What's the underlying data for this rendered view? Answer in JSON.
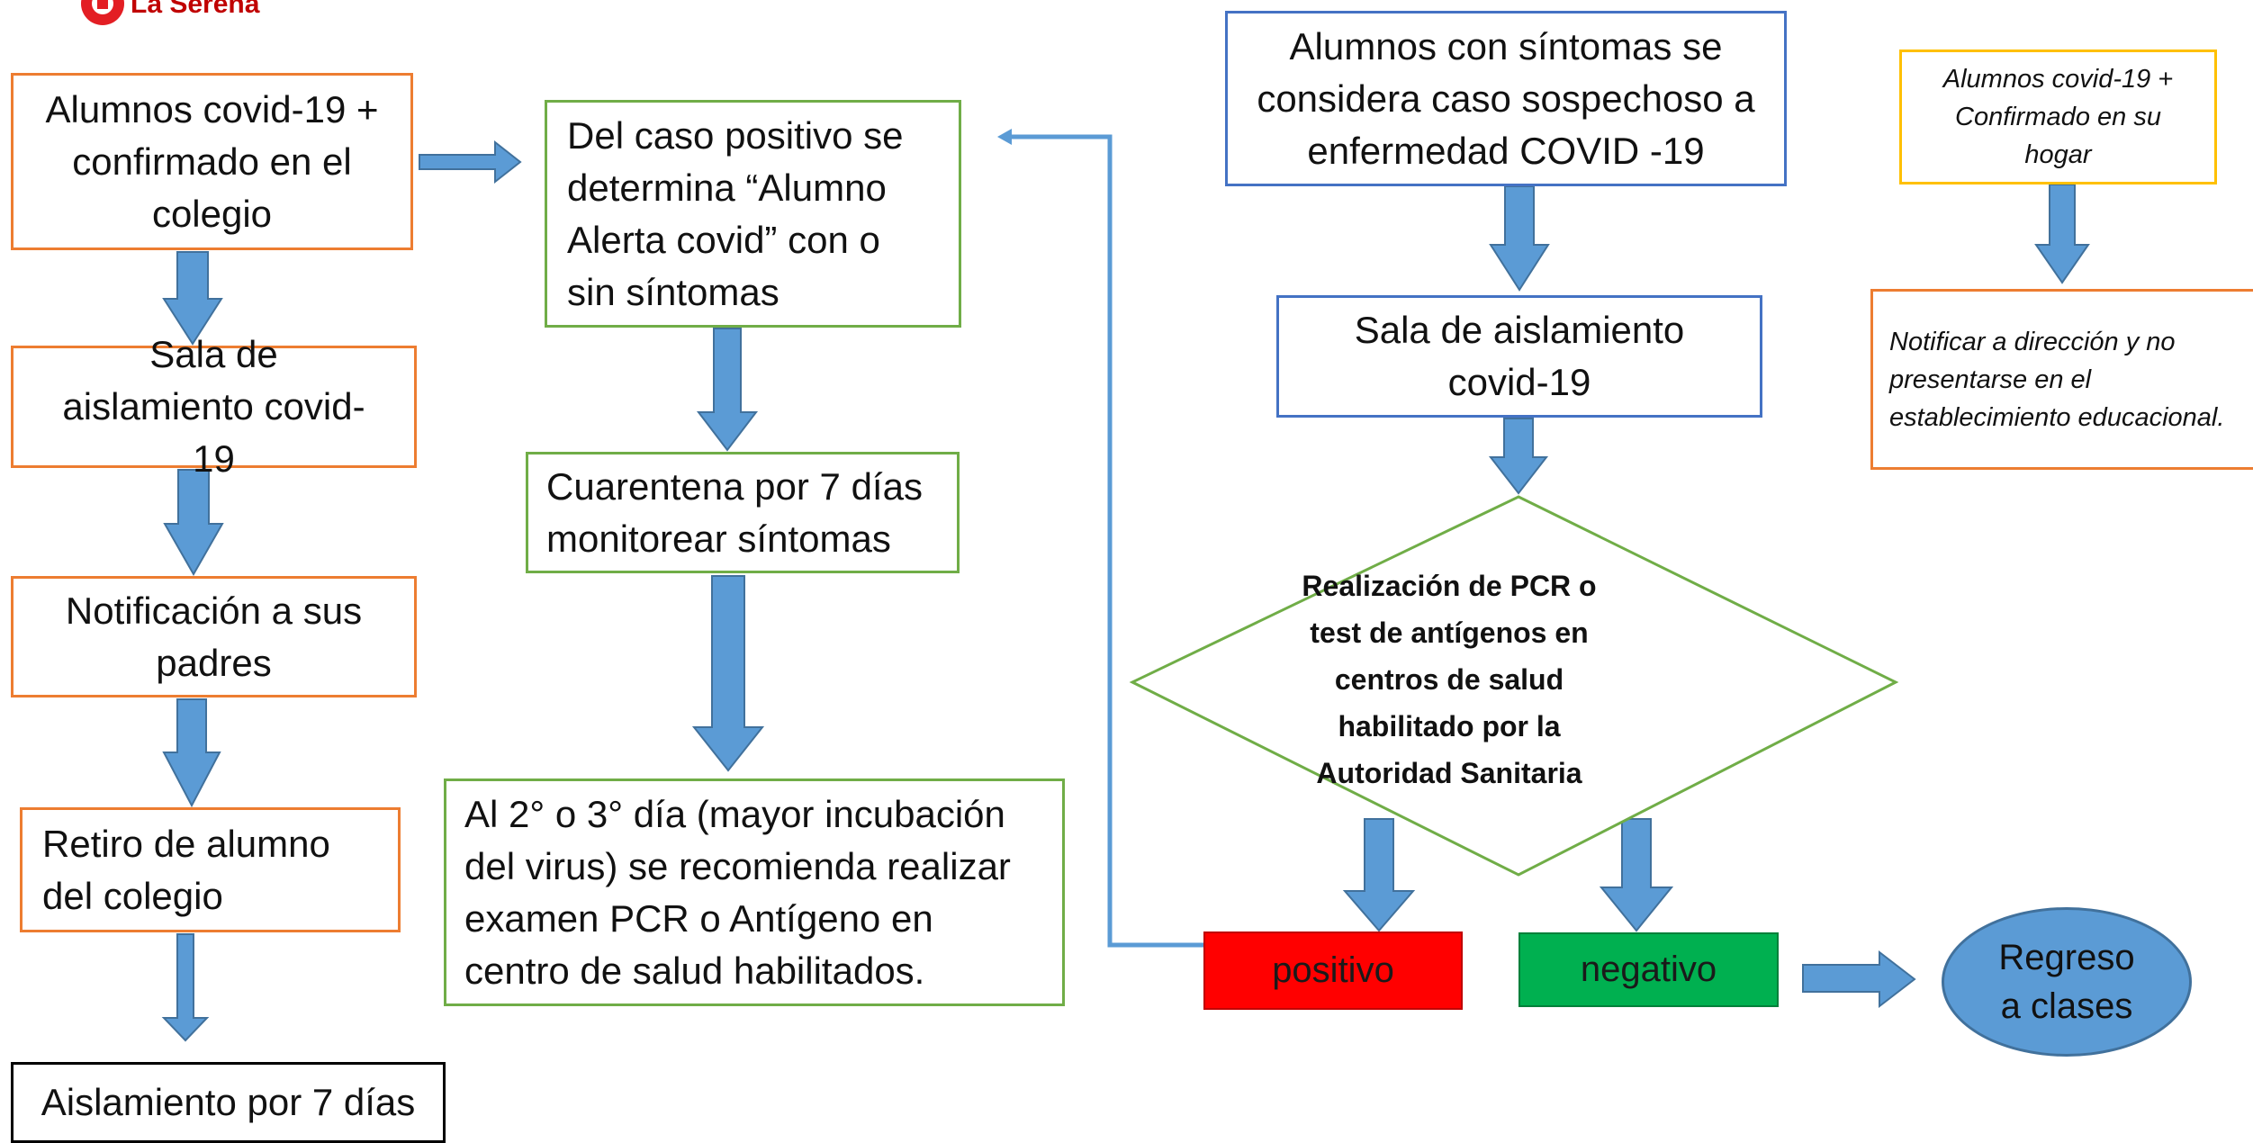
{
  "logo": {
    "text": "La Serena"
  },
  "left_column": {
    "start": "Alumnos covid-19 + confirmado en el colegio",
    "step1": "Sala de aislamiento covid-19",
    "step2": "Notificación a sus padres",
    "step3": "Retiro de alumno del colegio",
    "step4": "Aislamiento por 7 días"
  },
  "middle_column": {
    "step1": "Del caso positivo se determina “Alumno Alerta covid” con o sin síntomas",
    "step2": "Cuarentena por 7 días monitorear síntomas",
    "step3": "Al 2° o 3° día (mayor incubación del virus) se recomienda realizar examen PCR o Antígeno en centro de salud habilitados."
  },
  "symptoms_column": {
    "start": "Alumnos con síntomas se considera caso sospechoso a enfermedad COVID -19",
    "step1": "Sala de aislamiento covid-19",
    "decision": "Realización de PCR o test de antígenos en centros de salud habilitado por la Autoridad Sanitaria",
    "positive": "positivo",
    "negative": "negativo",
    "end": "Regreso a clases"
  },
  "home_column": {
    "start": "Alumnos covid-19 + Confirmado en su hogar",
    "step1": "Notificar a dirección y no presentarse en el establecimiento educacional."
  },
  "colors": {
    "orange": "#ed7d31",
    "green": "#70ad47",
    "blue": "#4472c4",
    "yellow": "#ffc000",
    "arrow": "#5b9bd5",
    "positive": "#ff0000",
    "negative": "#00b050"
  }
}
